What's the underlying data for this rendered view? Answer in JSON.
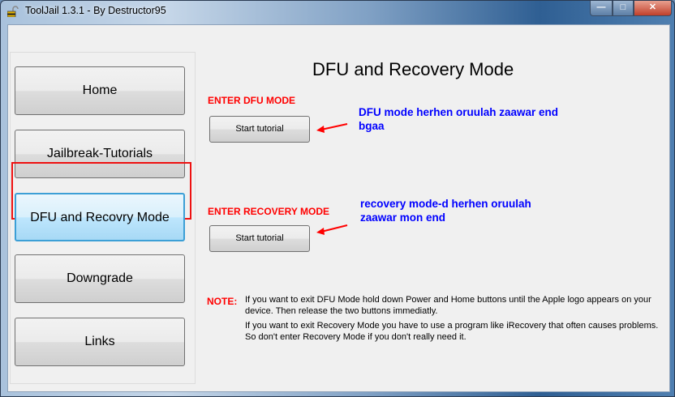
{
  "window": {
    "title": "ToolJail 1.3.1 - By Destructor95",
    "minimize": "—",
    "maximize": "□",
    "close": "✕"
  },
  "sidebar": {
    "items": [
      {
        "label": "Home"
      },
      {
        "label": "Jailbreak-Tutorials"
      },
      {
        "label": "DFU and Recovry Mode"
      },
      {
        "label": "Downgrade"
      },
      {
        "label": "Links"
      }
    ]
  },
  "main": {
    "title": "DFU and Recovery Mode",
    "dfu": {
      "heading": "ENTER DFU MODE",
      "button": "Start tutorial",
      "annotation_line1": "DFU mode herhen oruulah zaawar end",
      "annotation_line2": "bgaa"
    },
    "recovery": {
      "heading": "ENTER RECOVERY MODE",
      "button": "Start tutorial",
      "annotation_line1": "recovery mode-d herhen oruulah",
      "annotation_line2": "zaawar mon end"
    },
    "note": {
      "label": "NOTE:",
      "p1": "If you want to exit DFU Mode hold down Power and Home buttons until the Apple logo appears on your device. Then release the two buttons immediatly.",
      "p2": "If you want to exit Recovery Mode you have to use a program like iRecovery that often causes problems. So don't enter Recovery Mode if you don't really need it."
    }
  },
  "colors": {
    "accent_red": "#ff0000",
    "annotation_blue": "#0000ff"
  }
}
